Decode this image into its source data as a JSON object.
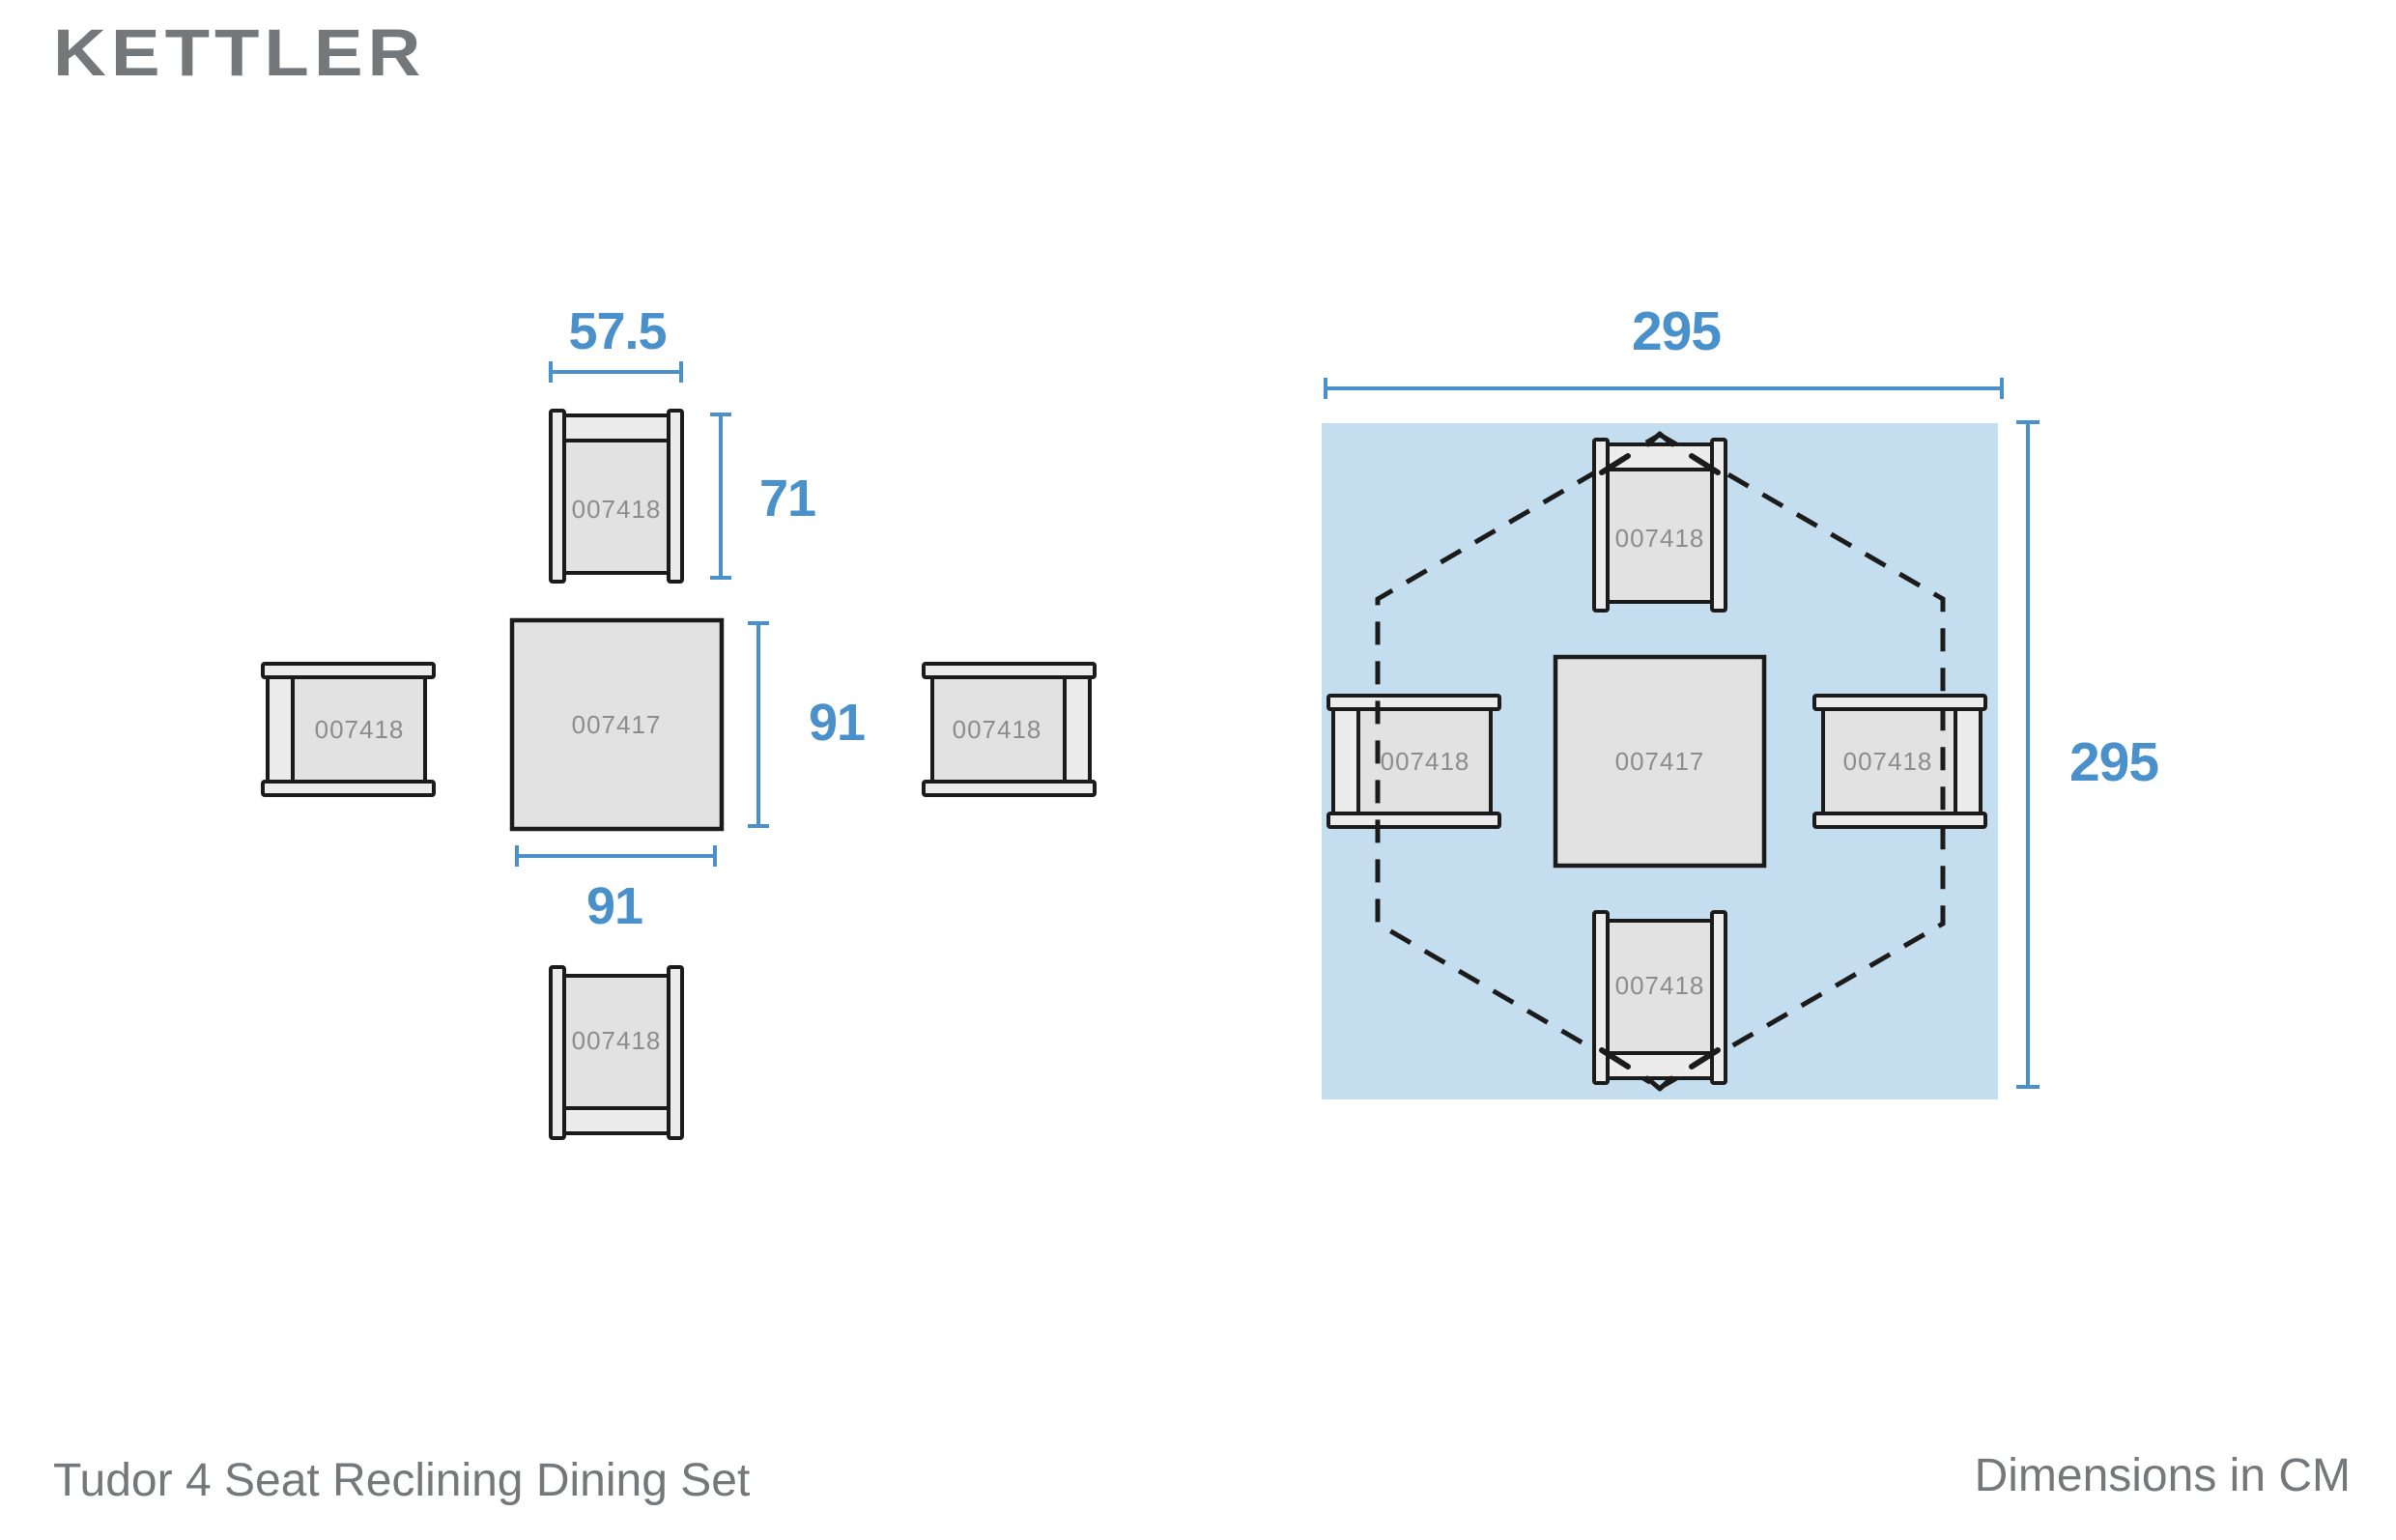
{
  "brand": {
    "logo": "KETTLER"
  },
  "captions": {
    "product": "Tudor 4 Seat Reclining Dining Set",
    "units": "Dimensions in CM"
  },
  "codes": {
    "table": "007417",
    "chair": "007418"
  },
  "item_view": {
    "chair_width": "57.5",
    "chair_depth": "71",
    "table_depth": "91",
    "table_width": "91"
  },
  "layout_view": {
    "width": "295",
    "depth": "295"
  },
  "colors": {
    "dimension_blue": "#4A90CB",
    "clearance_fill": "#C5DEEF",
    "outline_dark": "#1B1B1B",
    "part_label_gray": "#8C8C8C",
    "text_gray": "#75787B"
  }
}
